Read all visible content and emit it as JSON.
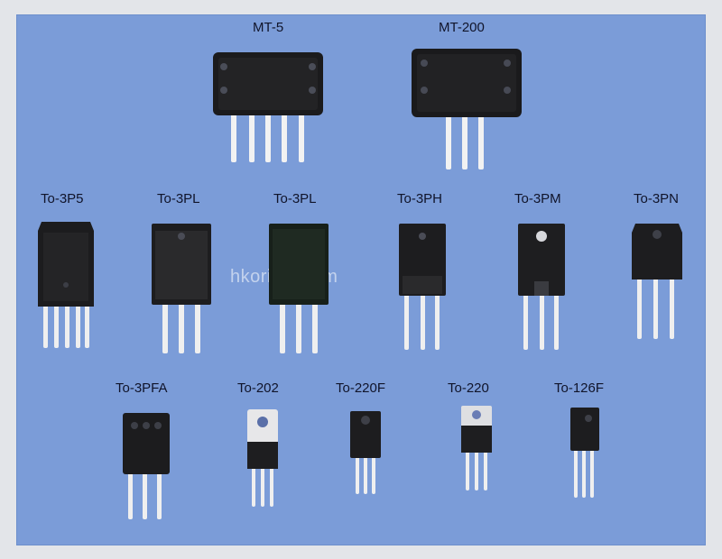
{
  "packages": {
    "mt5": "MT-5",
    "mt200": "MT-200",
    "to3p5": "To-3P5",
    "to3pl_a": "To-3PL",
    "to3pl_b": "To-3PL",
    "to3ph": "To-3PH",
    "to3pm": "To-3PM",
    "to3pn": "To-3PN",
    "to3pfa": "To-3PFA",
    "to202": "To-202",
    "to220f": "To-220F",
    "to220": "To-220",
    "to126f": "To-126F"
  },
  "watermark": "hkorigin.com",
  "colors": {
    "background": "#7b9cd8",
    "body": "#1c1c1e",
    "lead": "#f2f2f2",
    "tab": "#dcdcdc"
  }
}
